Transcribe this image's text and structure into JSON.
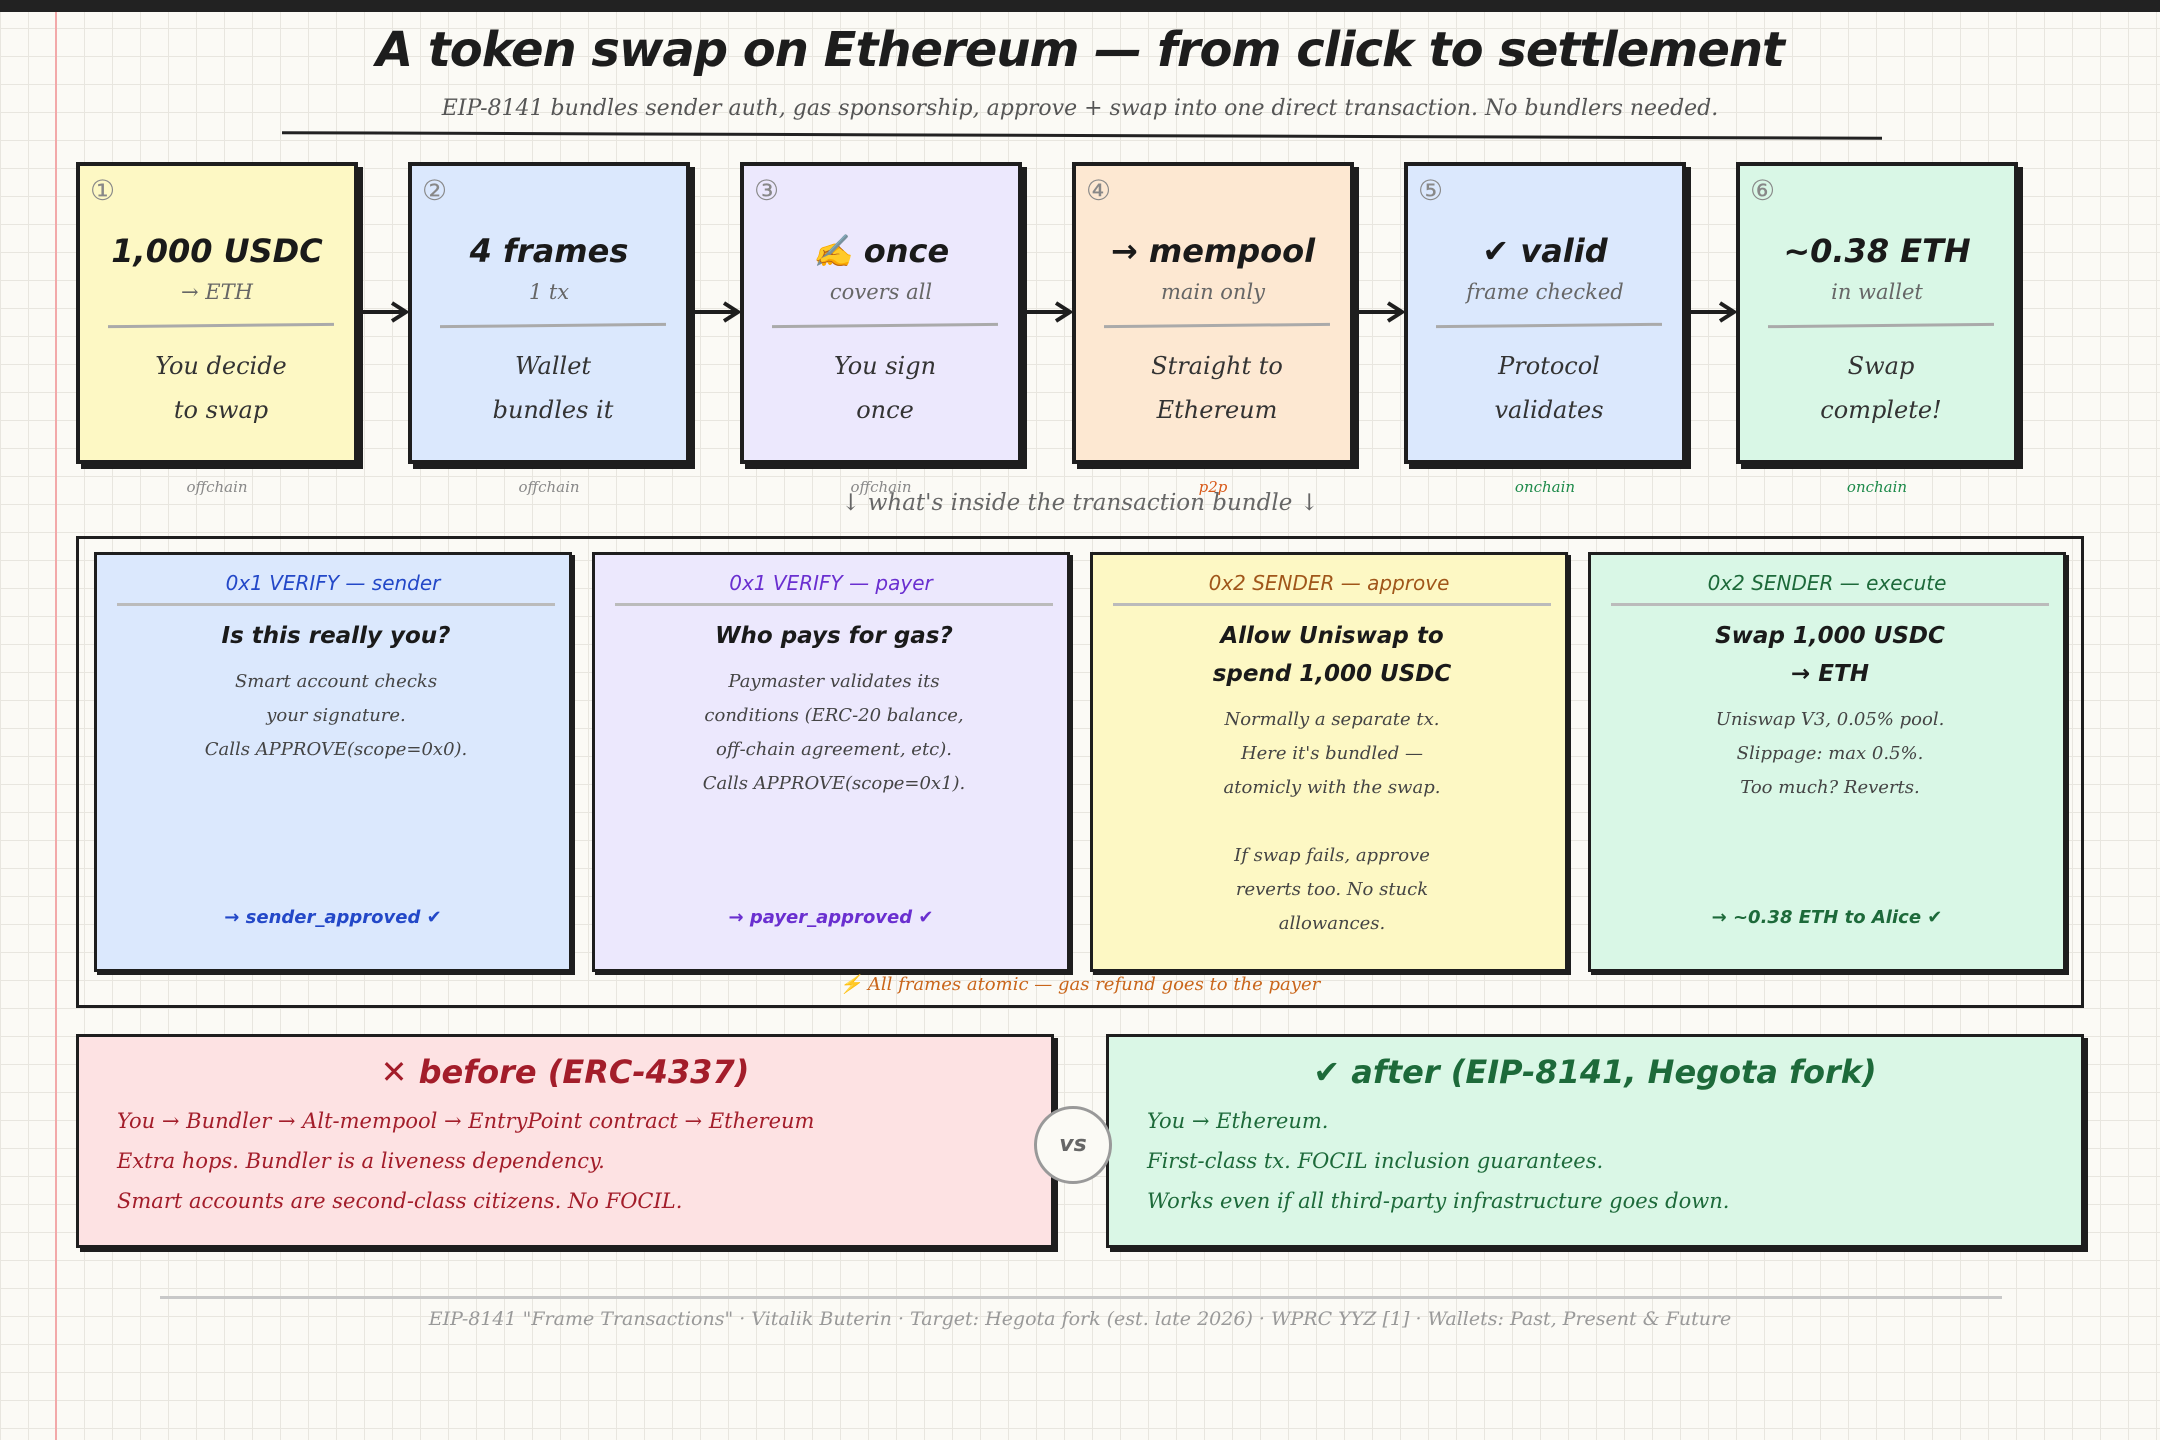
{
  "title": "A token swap on Ethereum — from click to settlement",
  "subtitle": "EIP-8141 bundles sender auth, gas sponsorship, approve + swap into one direct transaction. No bundlers needed.",
  "steps": [
    {
      "num": "①",
      "big": "1,000 USDC",
      "small": "→ ETH",
      "desc1": "You decide",
      "desc2": "to swap",
      "tag": "offchain"
    },
    {
      "num": "②",
      "big": "4 frames",
      "small": "1 tx",
      "desc1": "Wallet",
      "desc2": "bundles it",
      "tag": "offchain"
    },
    {
      "num": "③",
      "big": "✍️ once",
      "small": "covers all",
      "desc1": "You sign",
      "desc2": "once",
      "tag": "offchain"
    },
    {
      "num": "④",
      "big": "→ mempool",
      "small": "main only",
      "desc1": "Straight to",
      "desc2": "Ethereum",
      "tag": "p2p"
    },
    {
      "num": "⑤",
      "big": "✔ valid",
      "small": "frame checked",
      "desc1": "Protocol",
      "desc2": "validates",
      "tag": "onchain"
    },
    {
      "num": "⑥",
      "big": "~0.38 ETH",
      "small": "in wallet",
      "desc1": "Swap",
      "desc2": "complete!",
      "tag": "onchain"
    }
  ],
  "bundle_label": "↓ what's inside the transaction bundle ↓",
  "frames": [
    {
      "head": "0x1 VERIFY — sender",
      "q1": "Is this really you?",
      "q2": "",
      "lines": [
        "Smart account checks",
        "your signature.",
        "Calls APPROVE(scope=0x0)."
      ],
      "result": "→ sender_approved ✔"
    },
    {
      "head": "0x1 VERIFY — payer",
      "q1": "Who pays for gas?",
      "q2": "",
      "lines": [
        "Paymaster validates its",
        "conditions (ERC-20 balance,",
        "off-chain agreement, etc).",
        "Calls APPROVE(scope=0x1)."
      ],
      "result": "→ payer_approved ✔"
    },
    {
      "head": "0x2 SENDER — approve",
      "q1": "Allow Uniswap to",
      "q2": "spend 1,000 USDC",
      "lines": [
        "Normally a separate tx.",
        "Here it's bundled —",
        "atomicly with the swap.",
        "",
        "If swap fails, approve",
        "reverts too. No stuck",
        "allowances."
      ],
      "result": ""
    },
    {
      "head": "0x2 SENDER — execute",
      "q1": "Swap 1,000 USDC",
      "q2": "→ ETH",
      "lines": [
        "Uniswap V3, 0.05% pool.",
        "Slippage: max 0.5%.",
        "Too much? Reverts."
      ],
      "result": "→ ~0.38 ETH to Alice ✔"
    }
  ],
  "bundle_foot": "⚡ All frames atomic — gas refund goes to the payer",
  "before": {
    "title": "✕ before (ERC-4337)",
    "lines": [
      "You → Bundler → Alt-mempool → EntryPoint contract → Ethereum",
      "Extra hops. Bundler is a liveness dependency.",
      "Smart accounts are second-class citizens. No FOCIL."
    ]
  },
  "vs": "vs",
  "after": {
    "title": "✔ after (EIP-8141, Hegota fork)",
    "lines": [
      "You → Ethereum.",
      "First-class tx. FOCIL inclusion guarantees.",
      "Works even if all third-party infrastructure goes down."
    ]
  },
  "footer": "EIP-8141 \"Frame Transactions\" · Vitalik Buterin · Target: Hegota fork (est. late 2026) · WPRC YYZ [1] · Wallets: Past, Present & Future",
  "colors": {
    "step_fills": [
      "#fdf8c4",
      "#dbe8fd",
      "#ece8fd",
      "#fde8d2",
      "#dbe8fd",
      "#d9f7e6"
    ],
    "frame_fills": [
      "#dbe8fd",
      "#ece8fd",
      "#fdf8c4",
      "#d9f7e6"
    ],
    "frame_heads": [
      "#2348c8",
      "#6a2fd0",
      "#a0561a",
      "#1d6a3a"
    ],
    "before_fill": "#fde2e3",
    "before_text": "#a31d2a",
    "after_fill": "#daf7e6",
    "after_text": "#1d6a3a"
  }
}
